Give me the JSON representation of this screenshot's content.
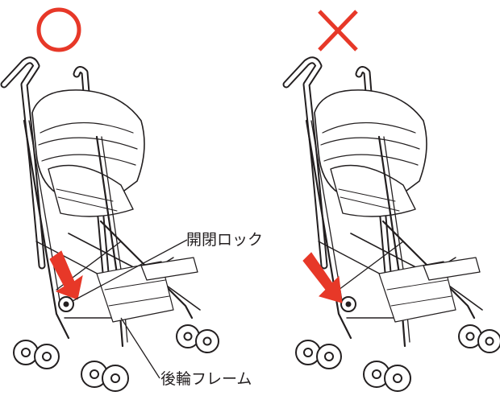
{
  "panels": [
    {
      "verdict": "correct",
      "mark": "circle-mark-icon",
      "mark_color": "#e73828",
      "arrow_color": "#e73828"
    },
    {
      "verdict": "incorrect",
      "mark": "cross-mark-icon",
      "mark_color": "#e73828",
      "arrow_color": "#e73828"
    }
  ],
  "labels": {
    "lock": "開閉ロック",
    "rear_frame": "後輪フレーム"
  },
  "colors": {
    "line": "#231f20",
    "accent": "#e73828",
    "background": "#ffffff"
  }
}
